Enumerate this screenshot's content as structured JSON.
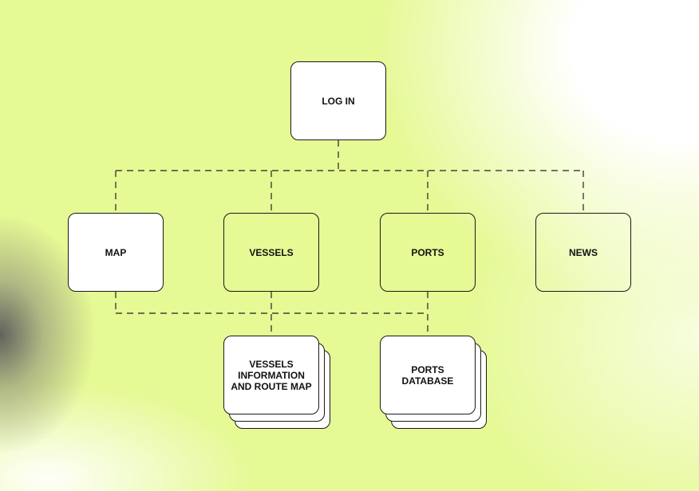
{
  "nodes": {
    "login": "LOG IN",
    "map": "MAP",
    "vessels": "VESSELS",
    "ports": "PORTS",
    "news": "NEWS",
    "vessels_info": "VESSELS INFORMATION AND ROUTE MAP",
    "ports_database": "PORTS DATABASE"
  }
}
